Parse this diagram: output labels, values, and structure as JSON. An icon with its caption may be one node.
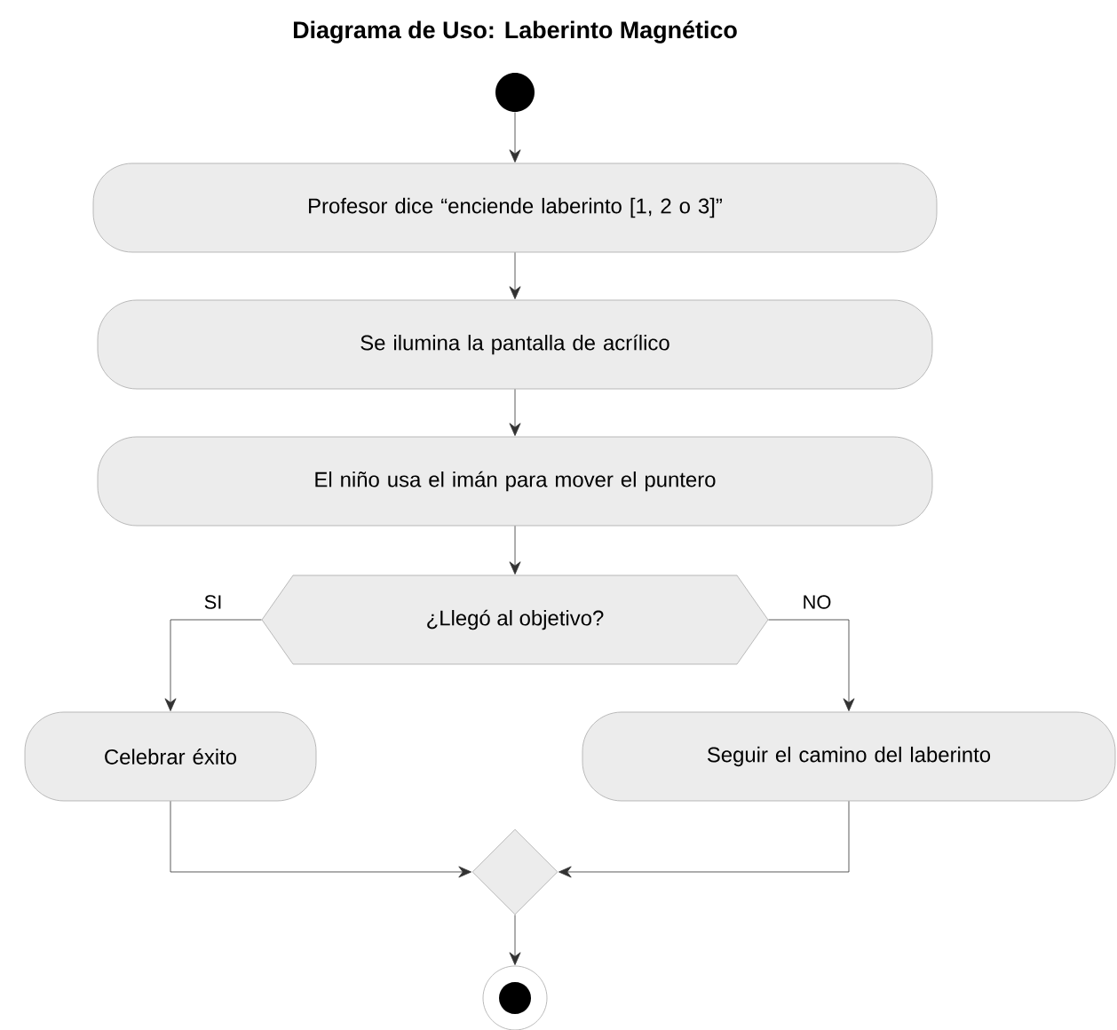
{
  "diagram": {
    "title": "Diagrama de Uso: Laberinto Magnético",
    "nodes": [
      {
        "text": [],
        "shape": "circle"
      },
      {
        "text": [
          "Profesor dice “enciende laberinto [1, 2 o 3]”"
        ]
      },
      {
        "text": [
          "Se ilumina la pantalla de acrílico"
        ]
      },
      {
        "text": [
          "El niño usa el imán para mover el puntero"
        ]
      },
      {
        "text": [
          "¿Llegó al objetivo?"
        ]
      },
      {
        "text": [
          "Celebrar éxito"
        ]
      },
      {
        "text": [
          "Seguir el camino del laberinto"
        ]
      },
      {
        "text": [],
        "shape": "diamond"
      },
      {
        "text": [],
        "shape": "circle"
      }
    ],
    "edges": [
      {
        "from": 0,
        "to": 1,
        "arrow": "to"
      },
      {
        "from": 1,
        "to": 2,
        "arrow": "to"
      },
      {
        "from": 2,
        "to": 3,
        "arrow": "to"
      },
      {
        "from": 3,
        "to": 4,
        "arrow": "to"
      },
      {
        "from": 4,
        "to": 5,
        "arrow": "to",
        "label": "SI"
      },
      {
        "from": 4,
        "to": 6,
        "arrow": "to",
        "label": "NO"
      },
      {
        "from": 5,
        "to": 7,
        "arrow": "to"
      },
      {
        "from": 6,
        "to": 7,
        "arrow": "to"
      },
      {
        "from": 7,
        "to": 8,
        "arrow": "to"
      }
    ]
  }
}
